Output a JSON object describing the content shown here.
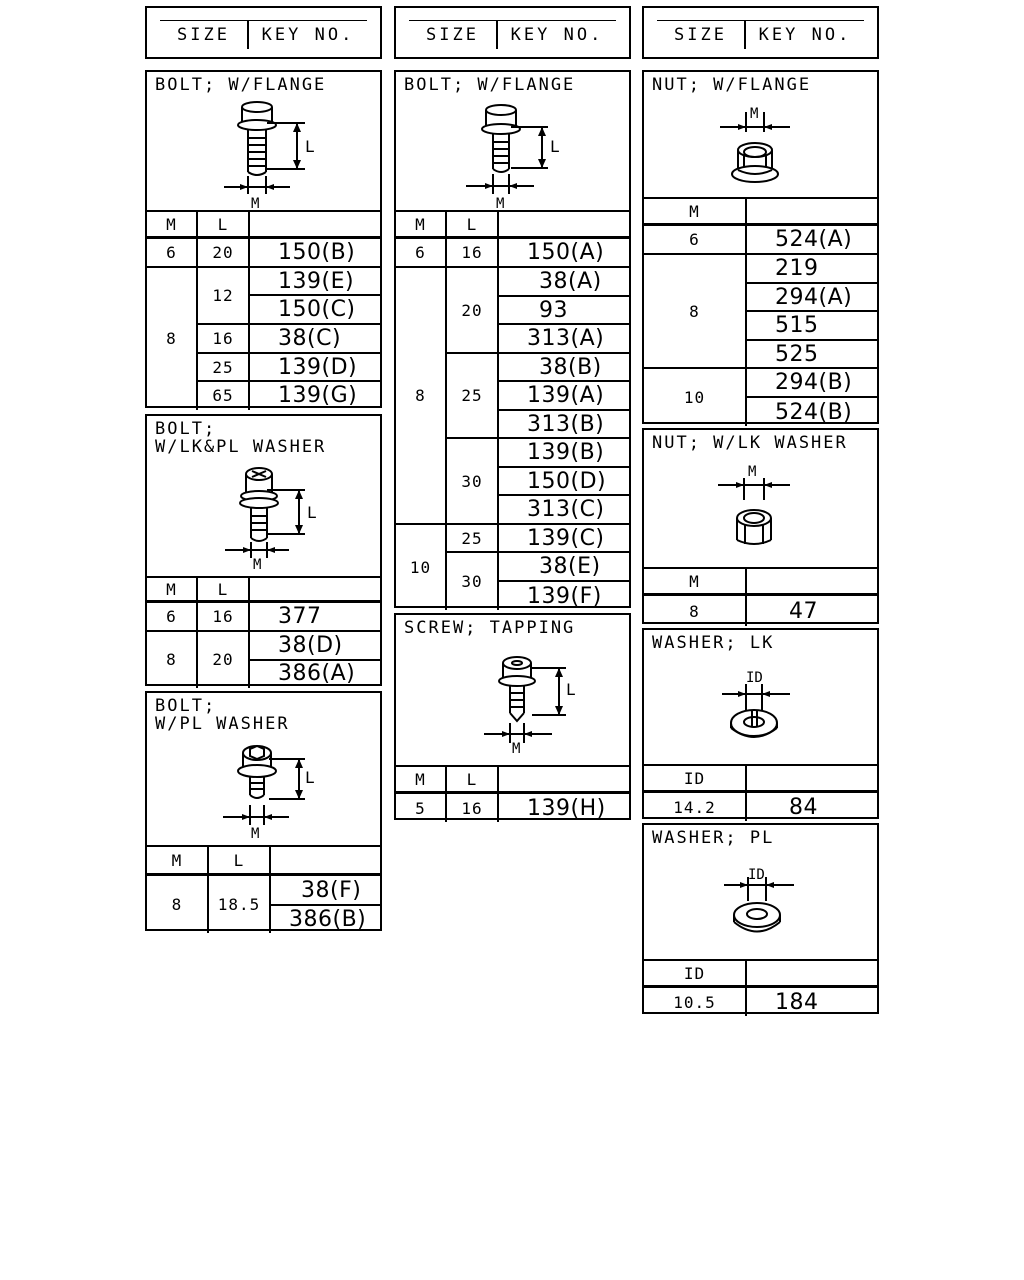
{
  "header": {
    "size_label": "SIZE",
    "key_label": "KEY NO."
  },
  "col_labels": {
    "m": "M",
    "l": "L",
    "id": "ID"
  },
  "sections": {
    "bolt_flange_a": {
      "title": "BOLT; W/FLANGE",
      "rows": [
        {
          "m": "6",
          "l": "20",
          "key": "150(B)"
        },
        {
          "m": "8",
          "l": "12",
          "key": "139(E)"
        },
        {
          "m": "8",
          "l": "12",
          "key": "150(C)"
        },
        {
          "m": "8",
          "l": "16",
          "key": "38(C)"
        },
        {
          "m": "8",
          "l": "25",
          "key": "139(D)"
        },
        {
          "m": "8",
          "l": "65",
          "key": "139(G)"
        }
      ]
    },
    "bolt_lk_pl": {
      "title": "BOLT;\nW/LK&PL WASHER",
      "rows": [
        {
          "m": "6",
          "l": "16",
          "key": "377"
        },
        {
          "m": "8",
          "l": "20",
          "key": "38(D)"
        },
        {
          "m": "8",
          "l": "20",
          "key": "386(A)"
        }
      ]
    },
    "bolt_pl": {
      "title": "BOLT;\nW/PL WASHER",
      "rows": [
        {
          "m": "8",
          "l": "18.5",
          "key": "38(F)"
        },
        {
          "m": "8",
          "l": "18.5",
          "key": "386(B)"
        }
      ]
    },
    "bolt_flange_b": {
      "title": "BOLT; W/FLANGE",
      "rows": [
        {
          "m": "6",
          "l": "16",
          "key": "150(A)"
        },
        {
          "m": "8",
          "l": "20",
          "key": "38(A)"
        },
        {
          "m": "8",
          "l": "20",
          "key": "93"
        },
        {
          "m": "8",
          "l": "20",
          "key": "313(A)"
        },
        {
          "m": "8",
          "l": "25",
          "key": "38(B)"
        },
        {
          "m": "8",
          "l": "25",
          "key": "139(A)"
        },
        {
          "m": "8",
          "l": "25",
          "key": "313(B)"
        },
        {
          "m": "8",
          "l": "30",
          "key": "139(B)"
        },
        {
          "m": "8",
          "l": "30",
          "key": "150(D)"
        },
        {
          "m": "8",
          "l": "30",
          "key": "313(C)"
        },
        {
          "m": "10",
          "l": "25",
          "key": "139(C)"
        },
        {
          "m": "10",
          "l": "30",
          "key": "38(E)"
        },
        {
          "m": "10",
          "l": "30",
          "key": "139(F)"
        }
      ]
    },
    "screw_tapping": {
      "title": "SCREW; TAPPING",
      "rows": [
        {
          "m": "5",
          "l": "16",
          "key": "139(H)"
        }
      ]
    },
    "nut_flange": {
      "title": "NUT; W/FLANGE",
      "rows": [
        {
          "m": "6",
          "key": "524(A)"
        },
        {
          "m": "8",
          "key": "219"
        },
        {
          "m": "8",
          "key": "294(A)"
        },
        {
          "m": "8",
          "key": "515"
        },
        {
          "m": "8",
          "key": "525"
        },
        {
          "m": "10",
          "key": "294(B)"
        },
        {
          "m": "10",
          "key": "524(B)"
        }
      ]
    },
    "nut_lk": {
      "title": "NUT; W/LK WASHER",
      "rows": [
        {
          "m": "8",
          "key": "47"
        }
      ]
    },
    "washer_lk": {
      "title": "WASHER; LK",
      "rows": [
        {
          "id": "14.2",
          "key": "84"
        }
      ]
    },
    "washer_pl": {
      "title": "WASHER; PL",
      "rows": [
        {
          "id": "10.5",
          "key": "184"
        }
      ]
    }
  }
}
